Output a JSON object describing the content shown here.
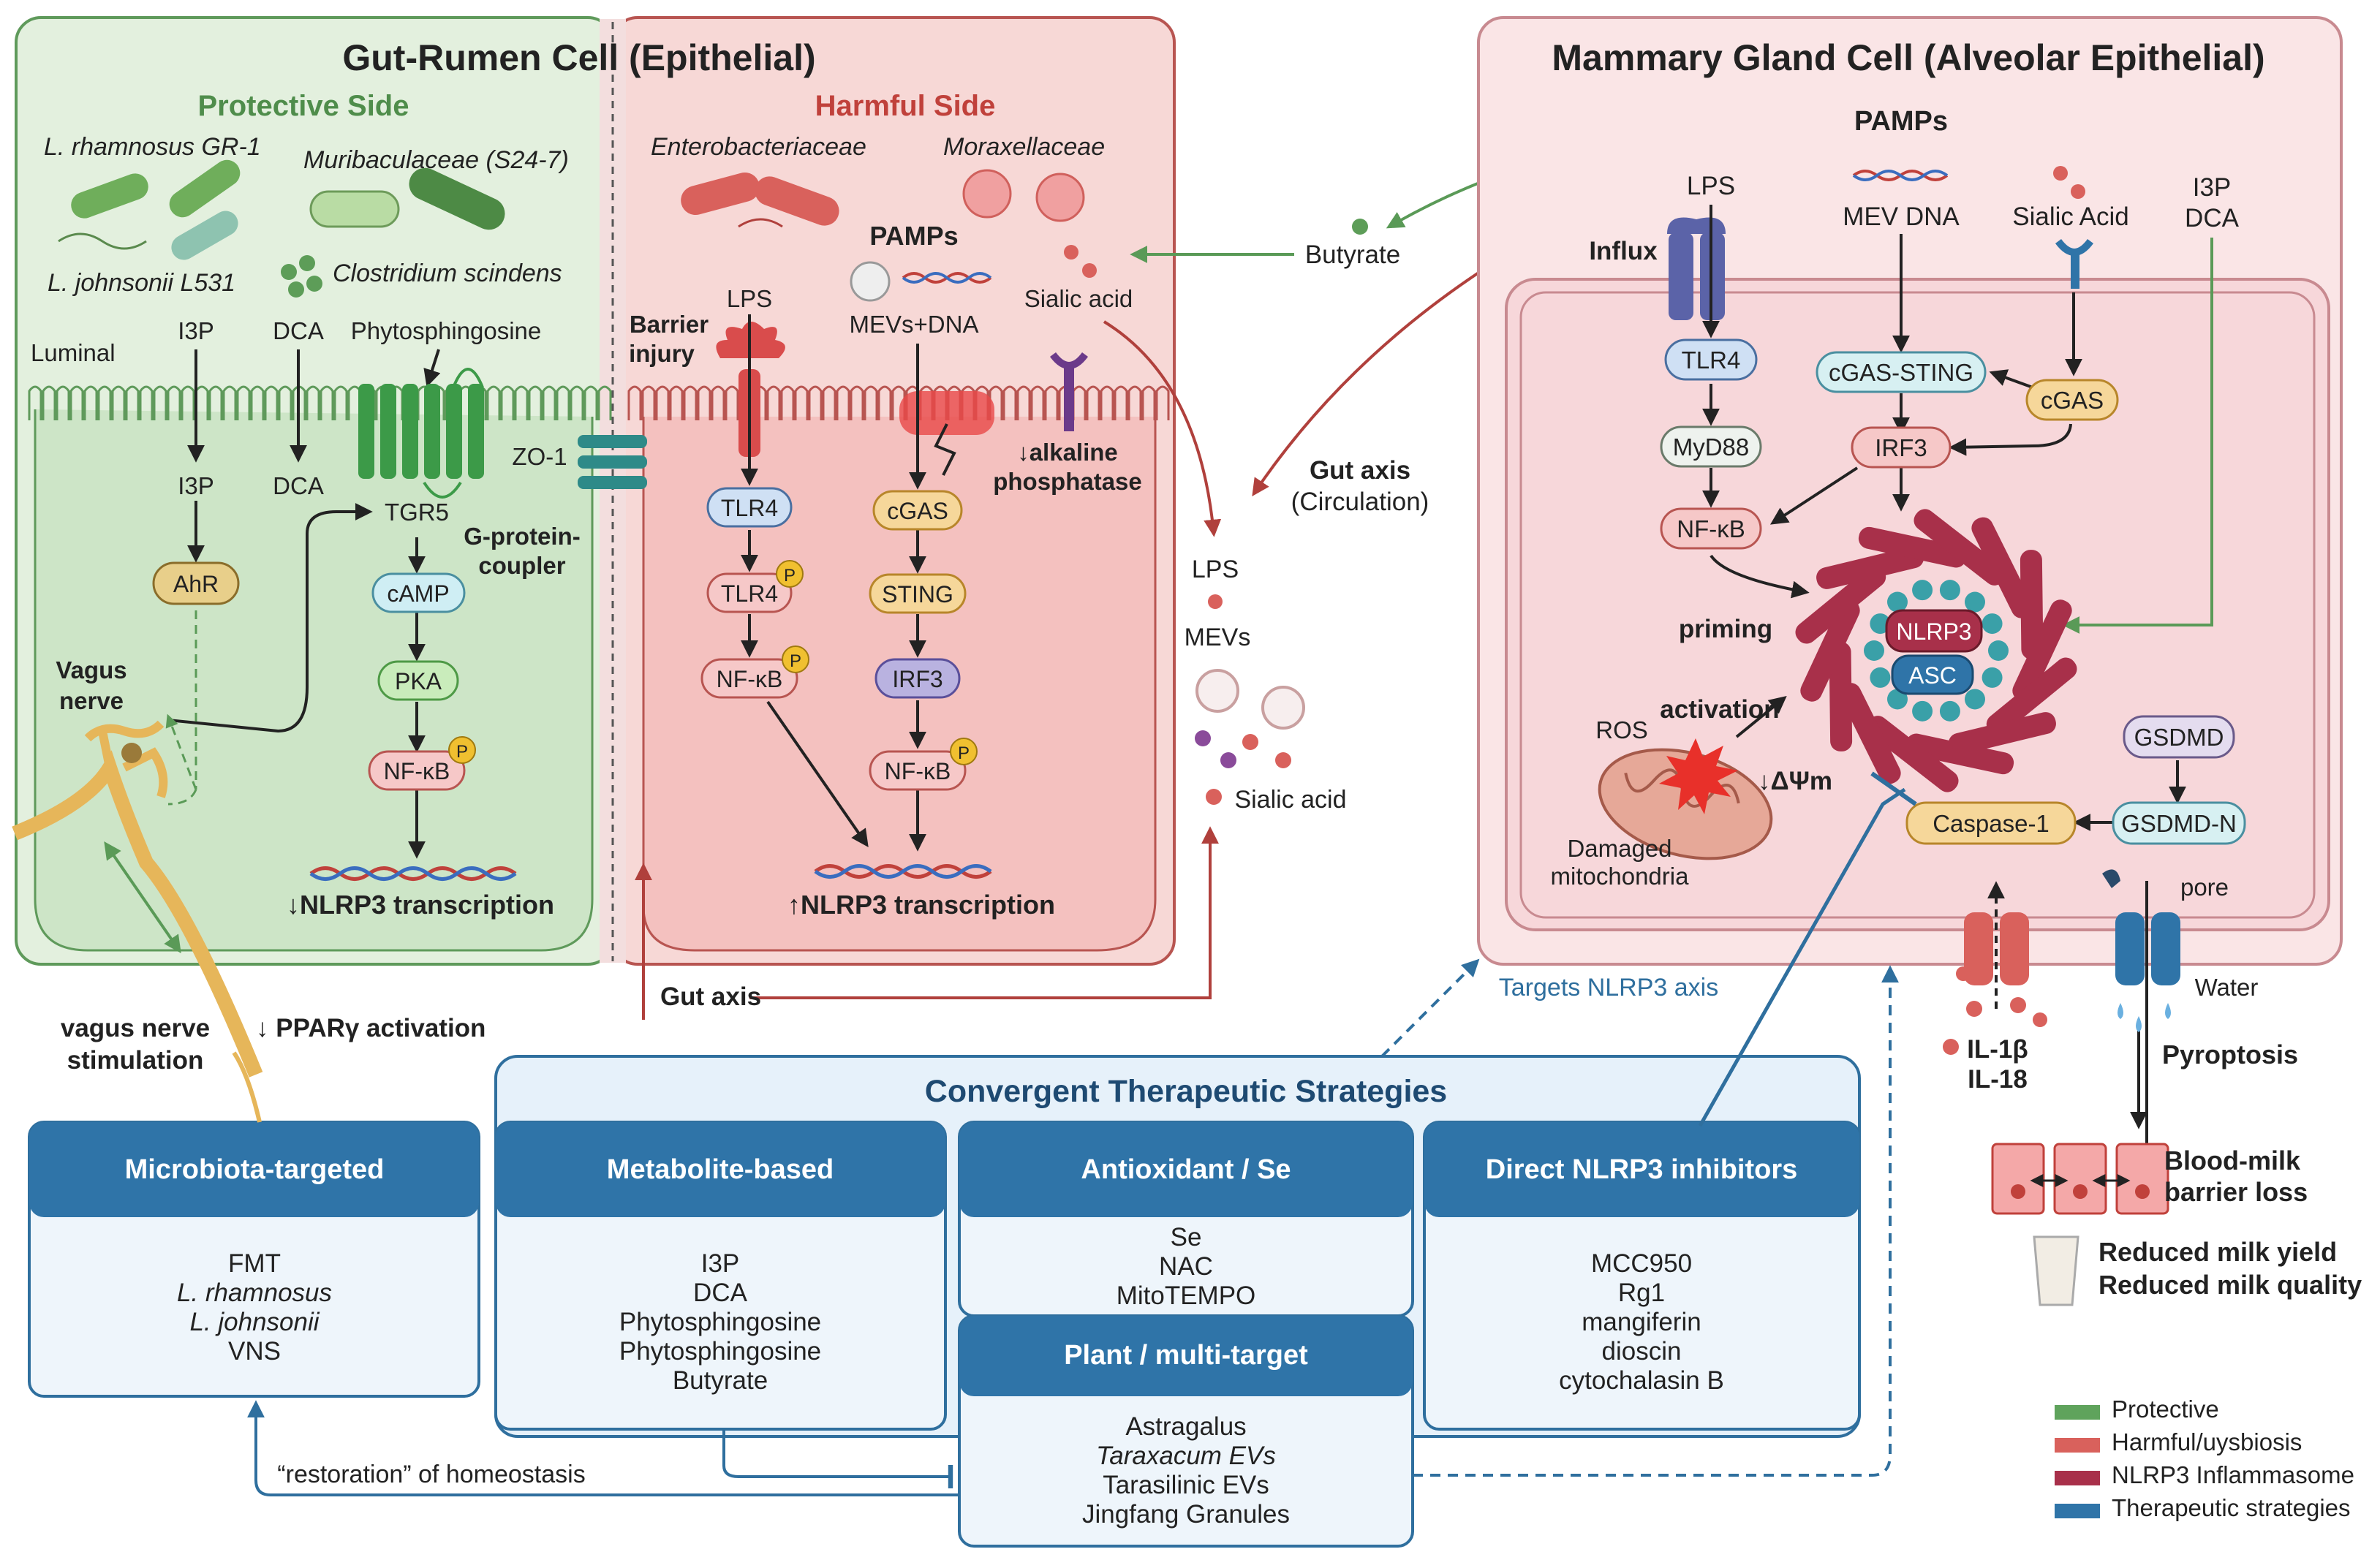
{
  "gut": {
    "title": "Gut-Rumen Cell (Epithelial)",
    "protective_title": "Protective Side",
    "harmful_title": "Harmful Side",
    "bacteria": {
      "l_rhamnosus": "L. rhamnosus GR-1",
      "muribaculaceae": "Muribaculaceae (S24-7)",
      "l_johnsonii": "L. johnsonii L531",
      "clostridium": "Clostridium scindens",
      "enterobacteriaceae": "Enterobacteriaceae",
      "moraxellaceae": "Moraxellaceae"
    },
    "luminal": "Luminal",
    "i3p": "I3P",
    "dca": "DCA",
    "phytosphingosine": "Phytosphingosine",
    "zo1": "ZO-1",
    "tgr5": "TGR5",
    "gprotein_1": "G-protein-",
    "gprotein_2": "coupler",
    "ahr": "AhR",
    "camp": "cAMP",
    "pka": "PKA",
    "nfkb": "NF-κB",
    "vagus_1": "Vagus",
    "vagus_2": "nerve",
    "down_nlrp3": "↓NLRP3 transcription",
    "barrier_1": "Barrier",
    "barrier_2": "injury",
    "pamps": "PAMPs",
    "lps": "LPS",
    "mevs_dna": "MEVs+DNA",
    "sialic_acid": "Sialic acid",
    "tlr4": "TLR4",
    "cgas": "cGAS",
    "sting": "STING",
    "irf3": "IRF3",
    "alk_1": "↓alkaline",
    "alk_2": "phosphatase",
    "up_nlrp3": "↑NLRP3 transcription",
    "p": "P"
  },
  "middle": {
    "butyrate": "Butyrate",
    "gut_axis_1": "Gut axis",
    "gut_axis_2": "(Circulation)",
    "lps": "LPS",
    "mevs": "MEVs",
    "sialic_acid": "Sialic acid",
    "gut_axis_bottom": "Gut axis",
    "vns_1": "vagus nerve",
    "vns_2": "stimulation",
    "ppar": "↓ PPARγ activation",
    "targets": "Targets NLRP3 axis"
  },
  "mammary": {
    "title": "Mammary Gland Cell (Alveolar Epithelial)",
    "pamps": "PAMPs",
    "lps": "LPS",
    "mev_dna": "MEV DNA",
    "sialic": "Sialic Acid",
    "i3p": "I3P",
    "dca": "DCA",
    "influx": "Influx",
    "tlr4": "TLR4",
    "myd88": "MyD88",
    "nfkb": "NF-κB",
    "cgas_sting": "cGAS-STING",
    "cgas": "cGAS",
    "irf3": "IRF3",
    "priming": "priming",
    "activation": "activation",
    "nlrp3": "NLRP3",
    "asc": "ASC",
    "ros": "ROS",
    "dpsi": "↓ΔΨm",
    "damaged_1": "Damaged",
    "damaged_2": "mitochondria",
    "gsdmd": "GSDMD",
    "gsdmd_n": "GSDMD-N",
    "caspase": "Caspase-1",
    "pore": "pore",
    "water": "Water",
    "il1b": "IL-1β",
    "il18": "IL-18",
    "pyroptosis": "Pyroptosis",
    "barrier_1": "Blood-milk",
    "barrier_2": "barrier loss",
    "milk_1": "Reduced milk yield",
    "milk_2": "Reduced milk quality"
  },
  "therapy": {
    "title": "Convergent Therapeutic Strategies",
    "microbiota": {
      "title": "Microbiota-targeted",
      "items": [
        "FMT",
        "L. rhamnosus",
        "L. johnsonii",
        "VNS"
      ]
    },
    "metabolite": {
      "title": "Metabolite-based",
      "items": [
        "I3P",
        "DCA",
        "Phytosphingosine",
        "Phytosphingosine",
        "Butyrate"
      ]
    },
    "antioxidant": {
      "title": "Antioxidant / Se",
      "items": [
        "Se",
        "NAC",
        "MitoTEMPO"
      ]
    },
    "plant": {
      "title": "Plant / multi-target",
      "items": [
        "Astragalus",
        "Taraxacum EVs",
        "Tarasilinic EVs",
        "Jingfang Granules"
      ]
    },
    "direct": {
      "title": "Direct NLRP3 inhibitors",
      "items": [
        "MCC950",
        "Rg1",
        "mangiferin",
        "dioscin",
        "cytochalasin B"
      ]
    },
    "restoration": "“restoration” of homeostasis"
  },
  "legend": [
    {
      "label": "Protective",
      "color": "#5fa35c"
    },
    {
      "label": "Harmful/uysbiosis",
      "color": "#d9615c"
    },
    {
      "label": "NLRP3 Inflammasome",
      "color": "#a8304a"
    },
    {
      "label": "Therapeutic strategies",
      "color": "#2f74a8"
    }
  ]
}
